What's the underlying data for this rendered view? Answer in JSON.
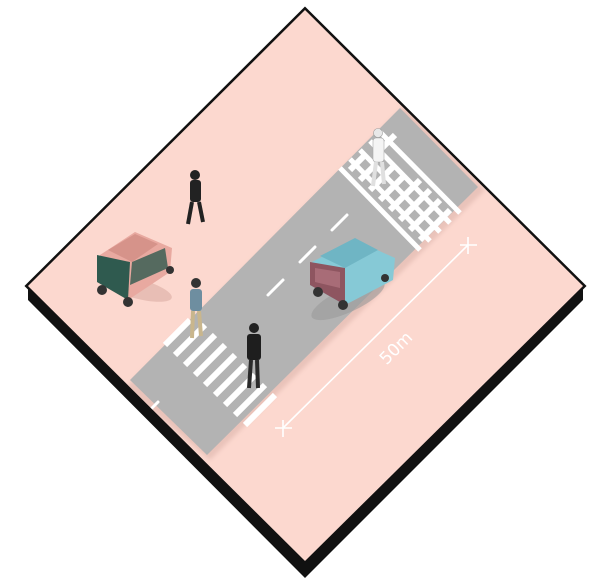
{
  "scale_bar": {
    "label": "50m"
  },
  "colors": {
    "ground": "#fcd8cf",
    "road": "#b3b3b3",
    "road_shadow": "#d9b9b0",
    "platform_edge": "#111111",
    "marking": "#ffffff",
    "car_blue": "#86c9d6",
    "car_pink": "#e8a9a0",
    "car_dark_rear": "#8e5560",
    "car_dark_rear_green": "#2f5a4f"
  },
  "icons": [
    "isometric-platform",
    "road",
    "crosswalk",
    "car-icon",
    "pedestrian-icon",
    "scale-bar"
  ]
}
